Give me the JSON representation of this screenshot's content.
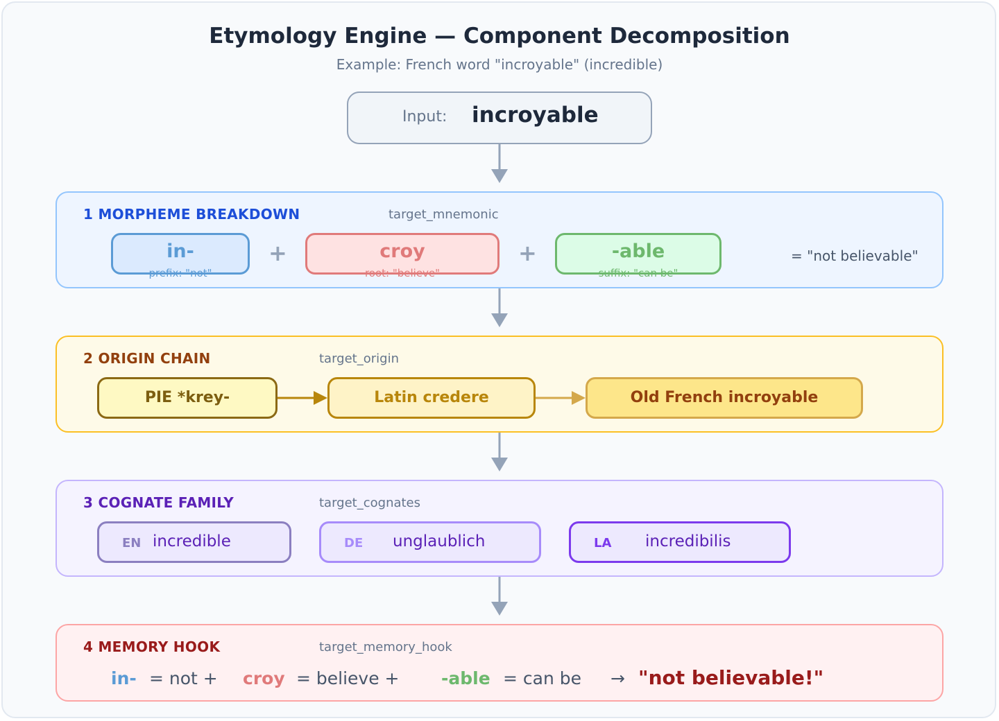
{
  "header": {
    "title": "Etymology Engine — Component Decomposition",
    "subtitle": "Example: French word \"incroyable\" (incredible)"
  },
  "input": {
    "label": "Input:",
    "word": "incroyable"
  },
  "sections": {
    "morpheme": {
      "title": "1 MORPHEME BREAKDOWN",
      "tag": "target_mnemonic",
      "parts": [
        {
          "text": "in-",
          "note": "prefix: \"not\""
        },
        {
          "text": "croy",
          "note": "root: \"believe\""
        },
        {
          "text": "-able",
          "note": "suffix: \"can be\""
        }
      ],
      "plus": "+",
      "result": "= \"not believable\""
    },
    "origin": {
      "title": "2 ORIGIN CHAIN",
      "tag": "target_origin",
      "steps": [
        "PIE *krey-",
        "Latin credere",
        "Old French incroyable"
      ]
    },
    "cognates": {
      "title": "3 COGNATE FAMILY",
      "tag": "target_cognates",
      "items": [
        {
          "lang": "EN",
          "word": "incredible"
        },
        {
          "lang": "DE",
          "word": "unglaublich"
        },
        {
          "lang": "LA",
          "word": "incredibilis"
        }
      ]
    },
    "memory": {
      "title": "4 MEMORY HOOK",
      "tag": "target_memory_hook",
      "parts": [
        {
          "morpheme": "in-",
          "meaning": "= not +"
        },
        {
          "morpheme": "croy",
          "meaning": "= believe +"
        },
        {
          "morpheme": "-able",
          "meaning": "= can be"
        }
      ],
      "arrow": "→",
      "final": "\"not believable!\""
    }
  },
  "colors": {
    "prefix": "#5b9bd5",
    "root": "#e07a7a",
    "suffix": "#6db86d",
    "morpheme_accent": "#1d4ed8",
    "origin_accent": "#92400e",
    "cognate_accent": "#5b21b6",
    "memory_accent": "#991b1b",
    "connector": "#94a3b8"
  }
}
